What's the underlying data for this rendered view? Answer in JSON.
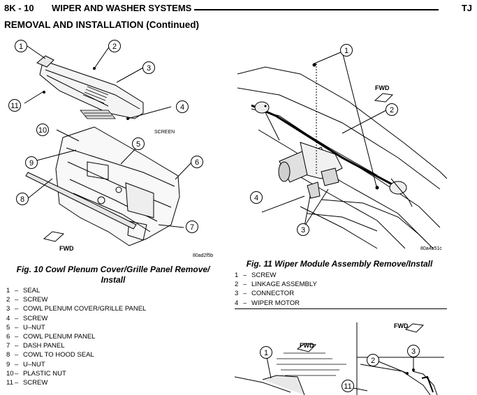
{
  "header": {
    "page_number": "8K - 10",
    "section": "WIPER AND WASHER SYSTEMS",
    "model": "TJ"
  },
  "section_title": "REMOVAL AND INSTALLATION (Continued)",
  "figure10": {
    "id_code": "80ad2f5b",
    "fwd_label": "FWD",
    "screen_label": "SCREEN",
    "callouts": [
      "1",
      "2",
      "3",
      "4",
      "5",
      "6",
      "7",
      "8",
      "9",
      "10",
      "11"
    ],
    "caption_line1": "Fig. 10 Cowl Plenum Cover/Grille Panel Remove/",
    "caption_line2": "Install",
    "legend": [
      {
        "num": "1",
        "text": "SEAL"
      },
      {
        "num": "2",
        "text": "SCREW"
      },
      {
        "num": "3",
        "text": "COWL PLENUM COVER/GRILLE PANEL"
      },
      {
        "num": "4",
        "text": "SCREW"
      },
      {
        "num": "5",
        "text": "U–NUT"
      },
      {
        "num": "6",
        "text": "COWL PLENUM PANEL"
      },
      {
        "num": "7",
        "text": "DASH PANEL"
      },
      {
        "num": "8",
        "text": "COWL TO HOOD SEAL"
      },
      {
        "num": "9",
        "text": "U–NUT"
      },
      {
        "num": "10",
        "text": "PLASTIC NUT"
      },
      {
        "num": "11",
        "text": "SCREW"
      }
    ]
  },
  "figure11": {
    "id_code": "80a4a51c",
    "fwd_label": "FWD",
    "callouts": [
      "1",
      "2",
      "3",
      "4"
    ],
    "caption": "Fig. 11 Wiper Module Assembly Remove/Install",
    "legend": [
      {
        "num": "1",
        "text": "SCREW"
      },
      {
        "num": "2",
        "text": "LINKAGE ASSEMBLY"
      },
      {
        "num": "3",
        "text": "CONNECTOR"
      },
      {
        "num": "4",
        "text": "WIPER MOTOR"
      }
    ]
  },
  "figure12": {
    "fwd_label_left": "FWD",
    "fwd_label_right": "FWD",
    "callouts": [
      "1",
      "11",
      "2",
      "3"
    ]
  }
}
